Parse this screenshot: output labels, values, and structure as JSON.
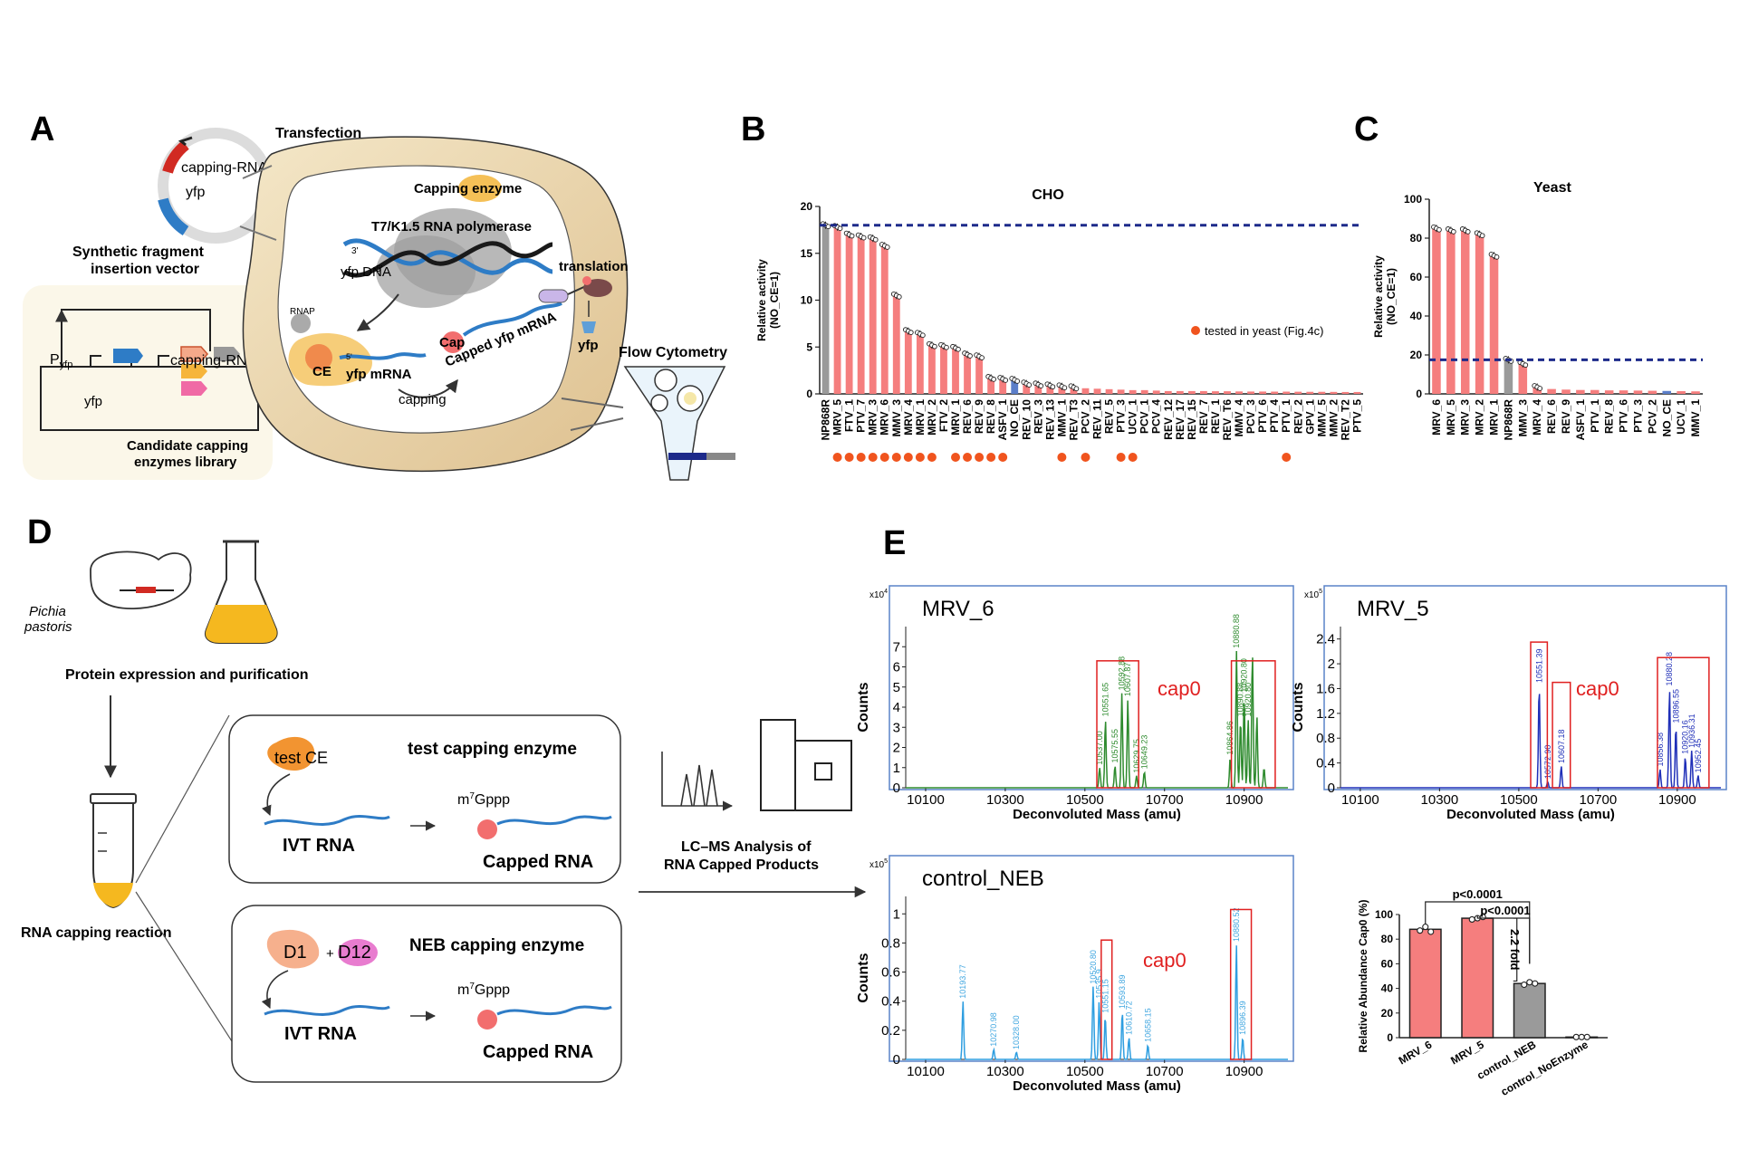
{
  "panel_labels": {
    "a": "A",
    "b": "B",
    "c": "C",
    "d": "D",
    "e": "E"
  },
  "panel_a": {
    "transfection": "Transfection",
    "plasmid_capping": "capping-RNAP",
    "plasmid_yfp": "yfp",
    "vector_title_1": "Synthetic fragment",
    "vector_title_2": "insertion vector",
    "p_yfp": "P",
    "p_yfp_sub": "yfp",
    "yfp_gene": "yfp",
    "capping_rnap": "capping-RNAP",
    "library_1": "Candidate capping",
    "library_2": "enzymes library",
    "capping_enzyme": "Capping enzyme",
    "polymerase": "T7/K1.5 RNA polymerase",
    "yfp_dna": "yfp DNA",
    "three_prime": "3'",
    "five_prime": "5'",
    "five_prime_small": "5'",
    "rnap": "RNAP",
    "ce": "CE",
    "yfp_mrna": "yfp mRNA",
    "cap": "Cap",
    "capped_mrna": "Capped yfp mRNA",
    "capping": "capping",
    "translation": "translation",
    "yfp_protein": "yfp",
    "flow_cytometry": "Flow Cytometry"
  },
  "panel_d": {
    "organism_1": "Pichia",
    "organism_2": "pastoris",
    "expression": "Protein expression and purification",
    "capping_reaction": "RNA capping reaction",
    "test_ce": "test CE",
    "test_title": "test capping enzyme",
    "ivt_rna": "IVT RNA",
    "cap_label": "m",
    "cap_sup": "7",
    "cap_suffix": "Gppp",
    "capped_rna": "Capped RNA",
    "d1": "D1",
    "plus": "+",
    "d12": "D12",
    "neb_title": "NEB capping enzyme",
    "lcms_1": "LC–MS Analysis of",
    "lcms_2": "RNA Capped Products"
  },
  "colors": {
    "salmon": "#f57e7e",
    "grey": "#9a9a9a",
    "navy": "#1d2a8a",
    "dot": "#f0541e",
    "green": "#2e8b2e",
    "blue": "#1f2fb8",
    "lightblue": "#3fa6e0",
    "red": "#e02020"
  },
  "chart_data": [
    {
      "id": "B",
      "type": "bar",
      "title": "CHO",
      "ylabel": "Relative activity (NO_CE=1)",
      "ylabel_lines": [
        "Relative activity",
        "(NO_CE=1)"
      ],
      "ylim": [
        0,
        20
      ],
      "yticks": [
        0,
        5,
        10,
        15,
        20
      ],
      "reference_line": 18.0,
      "legend": "tested in yeast (Fig.4c)",
      "categories": [
        "NP868R",
        "MRV_5",
        "FTV_1",
        "PTV_7",
        "MRV_3",
        "MRV_6",
        "MMV_3",
        "MRV_4",
        "MRV_1",
        "MRV_2",
        "FTV_2",
        "MRV_1",
        "REV_6",
        "REV_9",
        "REV_8",
        "ASFV_1",
        "NO_CE",
        "REV_10",
        "REV_3",
        "REV_13",
        "MMV_1",
        "REV_T3",
        "PCV_2",
        "REV_11",
        "REV_5",
        "PTV_3",
        "UCV_1",
        "PCV_1",
        "PCV_4",
        "REV_12",
        "REV_17",
        "REV_15",
        "REV_7",
        "REV_1",
        "REV_T6",
        "MMV_4",
        "PCV_3",
        "PTV_6",
        "PTV_4",
        "PTV_1",
        "REV_2",
        "GPV_1",
        "MMV_5",
        "MMV_2",
        "REV_T2",
        "PTV_5"
      ],
      "values": [
        18.0,
        17.8,
        17.0,
        16.8,
        16.6,
        15.8,
        10.5,
        6.7,
        6.4,
        5.2,
        5.1,
        4.9,
        4.2,
        4.0,
        1.7,
        1.6,
        1.5,
        1.1,
        1.0,
        0.9,
        0.8,
        0.7,
        0.6,
        0.55,
        0.5,
        0.45,
        0.4,
        0.4,
        0.35,
        0.3,
        0.3,
        0.3,
        0.3,
        0.28,
        0.28,
        0.26,
        0.25,
        0.25,
        0.24,
        0.24,
        0.23,
        0.22,
        0.22,
        0.21,
        0.2,
        0.2
      ],
      "tested_in_yeast": [
        1,
        2,
        3,
        4,
        5,
        6,
        7,
        8,
        9,
        11,
        12,
        13,
        14,
        15,
        20,
        22,
        25,
        26,
        39
      ]
    },
    {
      "id": "C",
      "type": "bar",
      "title": "Yeast",
      "ylabel": "Relative activity (NO_CE=1)",
      "ylabel_lines": [
        "Relative activity",
        "(NO_CE=1)"
      ],
      "ylim": [
        0,
        100
      ],
      "yticks": [
        0,
        20,
        40,
        60,
        80,
        100
      ],
      "reference_line": 17.5,
      "categories": [
        "MRV_6",
        "MRV_5",
        "MRV_3",
        "MRV_2",
        "MRV_1",
        "NP868R",
        "MMV_3",
        "MRV_4",
        "REV_6",
        "REV_9",
        "ASFV_1",
        "PTV_1",
        "REV_8",
        "PTV_6",
        "PTV_3",
        "PCV_2",
        "NO_CE",
        "UCV_1",
        "MMV_1"
      ],
      "values": [
        85,
        84,
        84,
        82,
        71,
        17.5,
        15.5,
        3.5,
        2.5,
        2.2,
        2.0,
        2.0,
        1.8,
        1.8,
        1.7,
        1.6,
        1.5,
        1.4,
        1.3
      ]
    },
    {
      "id": "E1",
      "type": "line",
      "label": "MRV_6",
      "annotation": "cap0",
      "ylabel": "Counts",
      "xlabel": "Deconvoluted Mass (amu)",
      "scale": "x10",
      "scale_exp": "4",
      "xlim": [
        10050,
        11010
      ],
      "ylim": [
        0,
        8
      ],
      "xticks": [
        10100,
        10300,
        10500,
        10700,
        10900
      ],
      "yticks": [
        0,
        1,
        2,
        3,
        4,
        5,
        6,
        7
      ],
      "peaks": [
        [
          10537.0,
          1.0
        ],
        [
          10551.65,
          3.4
        ],
        [
          10575.55,
          1.1
        ],
        [
          10592.88,
          4.7
        ],
        [
          10607.87,
          4.4
        ],
        [
          10629.75,
          0.6
        ],
        [
          10649.23,
          0.8
        ],
        [
          10864.86,
          1.5
        ],
        [
          10880.88,
          6.8
        ],
        [
          10890.88,
          3.4
        ],
        [
          10900.0,
          4.6
        ],
        [
          10910.0,
          3.4
        ],
        [
          10920.8,
          6.8
        ],
        [
          10932.0,
          3.6
        ],
        [
          10950.0,
          1.0
        ]
      ],
      "peak_labels": [
        "10537.00",
        "10551.65",
        "10575.55",
        "10592.88",
        "10607.87",
        "10629.75",
        "10649.23",
        "10864.86",
        "10880.88",
        "10890.88",
        "10920.80",
        "10920.80"
      ],
      "boxes": [
        [
          10530,
          10635,
          6.3
        ],
        [
          10868,
          10978,
          6.3
        ]
      ]
    },
    {
      "id": "E2",
      "type": "line",
      "label": "MRV_5",
      "annotation": "cap0",
      "ylabel": "Counts",
      "xlabel": "Deconvoluted Mass (amu)",
      "scale": "x10",
      "scale_exp": "5",
      "xlim": [
        10050,
        11010
      ],
      "ylim": [
        0,
        2.6
      ],
      "xticks": [
        10100,
        10300,
        10500,
        10700,
        10900
      ],
      "yticks": [
        0,
        0.4,
        0.8,
        1.2,
        1.6,
        2,
        2.4
      ],
      "yticklabels": [
        "0",
        "0.4",
        "0.8",
        "1.2",
        "1.6",
        "2",
        "2.4"
      ],
      "peaks": [
        [
          10551.39,
          1.65
        ],
        [
          10572.9,
          0.1
        ],
        [
          10607.18,
          0.35
        ],
        [
          10856.38,
          0.3
        ],
        [
          10880.28,
          1.6
        ],
        [
          10896.55,
          1.0
        ],
        [
          10920.16,
          0.5
        ],
        [
          10936.31,
          0.6
        ],
        [
          10952.45,
          0.2
        ]
      ],
      "peak_labels": [
        "10551.39",
        "10572.90",
        "10607.18",
        "10856.38",
        "10880.28",
        "10896.55",
        "10920.16",
        "10936.31",
        "10952.45"
      ],
      "boxes": [
        [
          10530,
          10572,
          2.35
        ],
        [
          10585,
          10630,
          1.7
        ],
        [
          10850,
          10980,
          2.1
        ]
      ]
    },
    {
      "id": "E3",
      "type": "line",
      "label": "control_NEB",
      "annotation": "cap0",
      "ylabel": "Counts",
      "xlabel": "Deconvoluted Mass (amu)",
      "scale": "x10",
      "scale_exp": "5",
      "xlim": [
        10050,
        11010
      ],
      "ylim": [
        0,
        1.12
      ],
      "xticks": [
        10100,
        10300,
        10500,
        10700,
        10900
      ],
      "yticks": [
        0,
        0.2,
        0.4,
        0.6,
        0.8,
        1
      ],
      "yticklabels": [
        "0",
        "0.2",
        "0.4",
        "0.6",
        "0.8",
        "1"
      ],
      "peaks": [
        [
          10193.77,
          0.4
        ],
        [
          10270.98,
          0.07
        ],
        [
          10328.0,
          0.05
        ],
        [
          10520.8,
          0.5
        ],
        [
          10535.9,
          0.4
        ],
        [
          10551.15,
          0.3
        ],
        [
          10593.89,
          0.33
        ],
        [
          10610.72,
          0.15
        ],
        [
          10658.15,
          0.1
        ],
        [
          10880.52,
          0.79
        ],
        [
          10896.39,
          0.15
        ]
      ],
      "peak_labels": [
        "10193.77",
        "10270.98",
        "10328.00",
        "10520.80",
        "10535.9",
        "10551.15",
        "10593.89",
        "10610.72",
        "10658.15",
        "10880.52",
        "10896.39"
      ],
      "boxes": [
        [
          10541,
          10568,
          0.82
        ],
        [
          10866,
          10918,
          1.03
        ]
      ]
    },
    {
      "id": "E4",
      "type": "bar",
      "ylabel": "Relative Abundance Cap0 (%)",
      "ylim": [
        0,
        100
      ],
      "yticks": [
        0,
        20,
        40,
        60,
        80,
        100
      ],
      "categories": [
        "MRV_6",
        "MRV_5",
        "control_NEB",
        "control_NoEnzyme"
      ],
      "values": [
        88,
        97,
        44,
        0.5
      ],
      "points": [
        [
          87,
          90,
          86
        ],
        [
          96,
          97,
          98
        ],
        [
          43,
          45,
          44
        ],
        [
          0.5,
          0.5,
          0.5
        ]
      ],
      "annotations": {
        "p1": "p<0.0001",
        "p2": "p<0.0001",
        "fold": "2.2 fold"
      }
    }
  ]
}
